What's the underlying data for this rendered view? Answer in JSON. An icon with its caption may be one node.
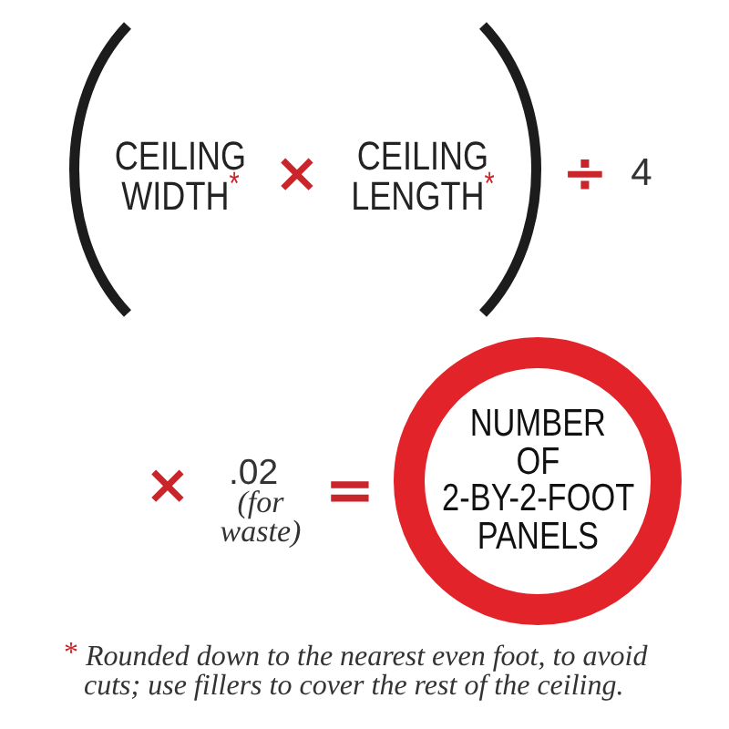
{
  "diagram": {
    "nodes": [
      {
        "text": [
          "NUMBER OF 2-BY-2-FOOT PANELS"
        ]
      }
    ],
    "labels": [
      "CEILING WIDTH$^{*}$",
      "×",
      "CEILING LENGTH$^{*}$",
      "÷",
      "4",
      "×",
      ".02",
      "(for waste)",
      "=",
      "$^{*}$ Rounded down to the nearest even foot, to avoid cuts; use fillers to cover the rest of the ceiling."
    ]
  }
}
